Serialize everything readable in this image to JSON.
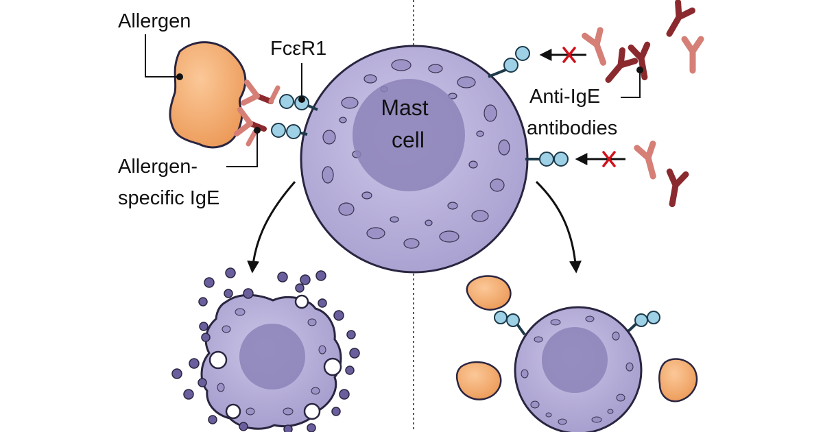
{
  "labels": {
    "allergen": "Allergen",
    "fceri": "FcεR1",
    "mast_line1": "Mast",
    "mast_line2": "cell",
    "allergen_specific_line1": "Allergen-",
    "allergen_specific_line2": "specific IgE",
    "anti_ige_line1": "Anti-IgE",
    "anti_ige_line2": "antibodies"
  },
  "colors": {
    "cell_fill": "#b4acd6",
    "cell_stroke": "#2a2540",
    "nucleus": "#8c82b8",
    "granule": "#9a90c4",
    "receptor": "#9ed0e6",
    "allergen": "#f0a868",
    "ige_light": "#d57f77",
    "ige_dark": "#8b2a2e",
    "block_x": "#d0101a",
    "released_granule": "#6a5e9c"
  }
}
